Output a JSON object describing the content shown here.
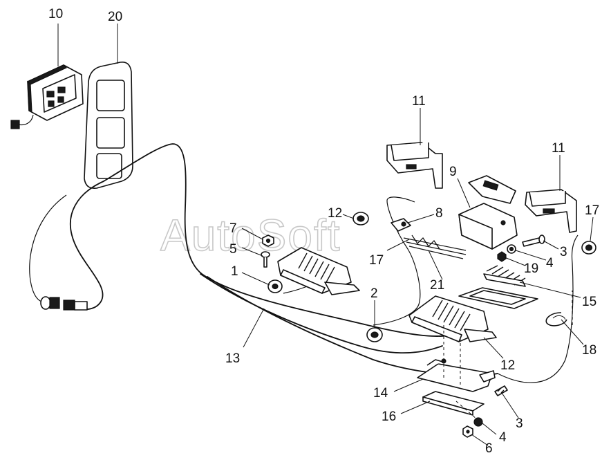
{
  "watermark": "AutoSoft",
  "callouts": [
    {
      "id": "c-10",
      "text": "10"
    },
    {
      "id": "c-20",
      "text": "20"
    },
    {
      "id": "c-11a",
      "text": "11"
    },
    {
      "id": "c-11b",
      "text": "11"
    },
    {
      "id": "c-9",
      "text": "9"
    },
    {
      "id": "c-12a",
      "text": "12"
    },
    {
      "id": "c-8",
      "text": "8"
    },
    {
      "id": "c-17a",
      "text": "17"
    },
    {
      "id": "c-7",
      "text": "7"
    },
    {
      "id": "c-5",
      "text": "5"
    },
    {
      "id": "c-1",
      "text": "1"
    },
    {
      "id": "c-17b",
      "text": "17"
    },
    {
      "id": "c-3a",
      "text": "3"
    },
    {
      "id": "c-4a",
      "text": "4"
    },
    {
      "id": "c-19",
      "text": "19"
    },
    {
      "id": "c-21",
      "text": "21"
    },
    {
      "id": "c-15",
      "text": "15"
    },
    {
      "id": "c-2",
      "text": "2"
    },
    {
      "id": "c-18",
      "text": "18"
    },
    {
      "id": "c-12b",
      "text": "12"
    },
    {
      "id": "c-13",
      "text": "13"
    },
    {
      "id": "c-14",
      "text": "14"
    },
    {
      "id": "c-16",
      "text": "16"
    },
    {
      "id": "c-3b",
      "text": "3"
    },
    {
      "id": "c-4b",
      "text": "4"
    },
    {
      "id": "c-6",
      "text": "6"
    }
  ]
}
